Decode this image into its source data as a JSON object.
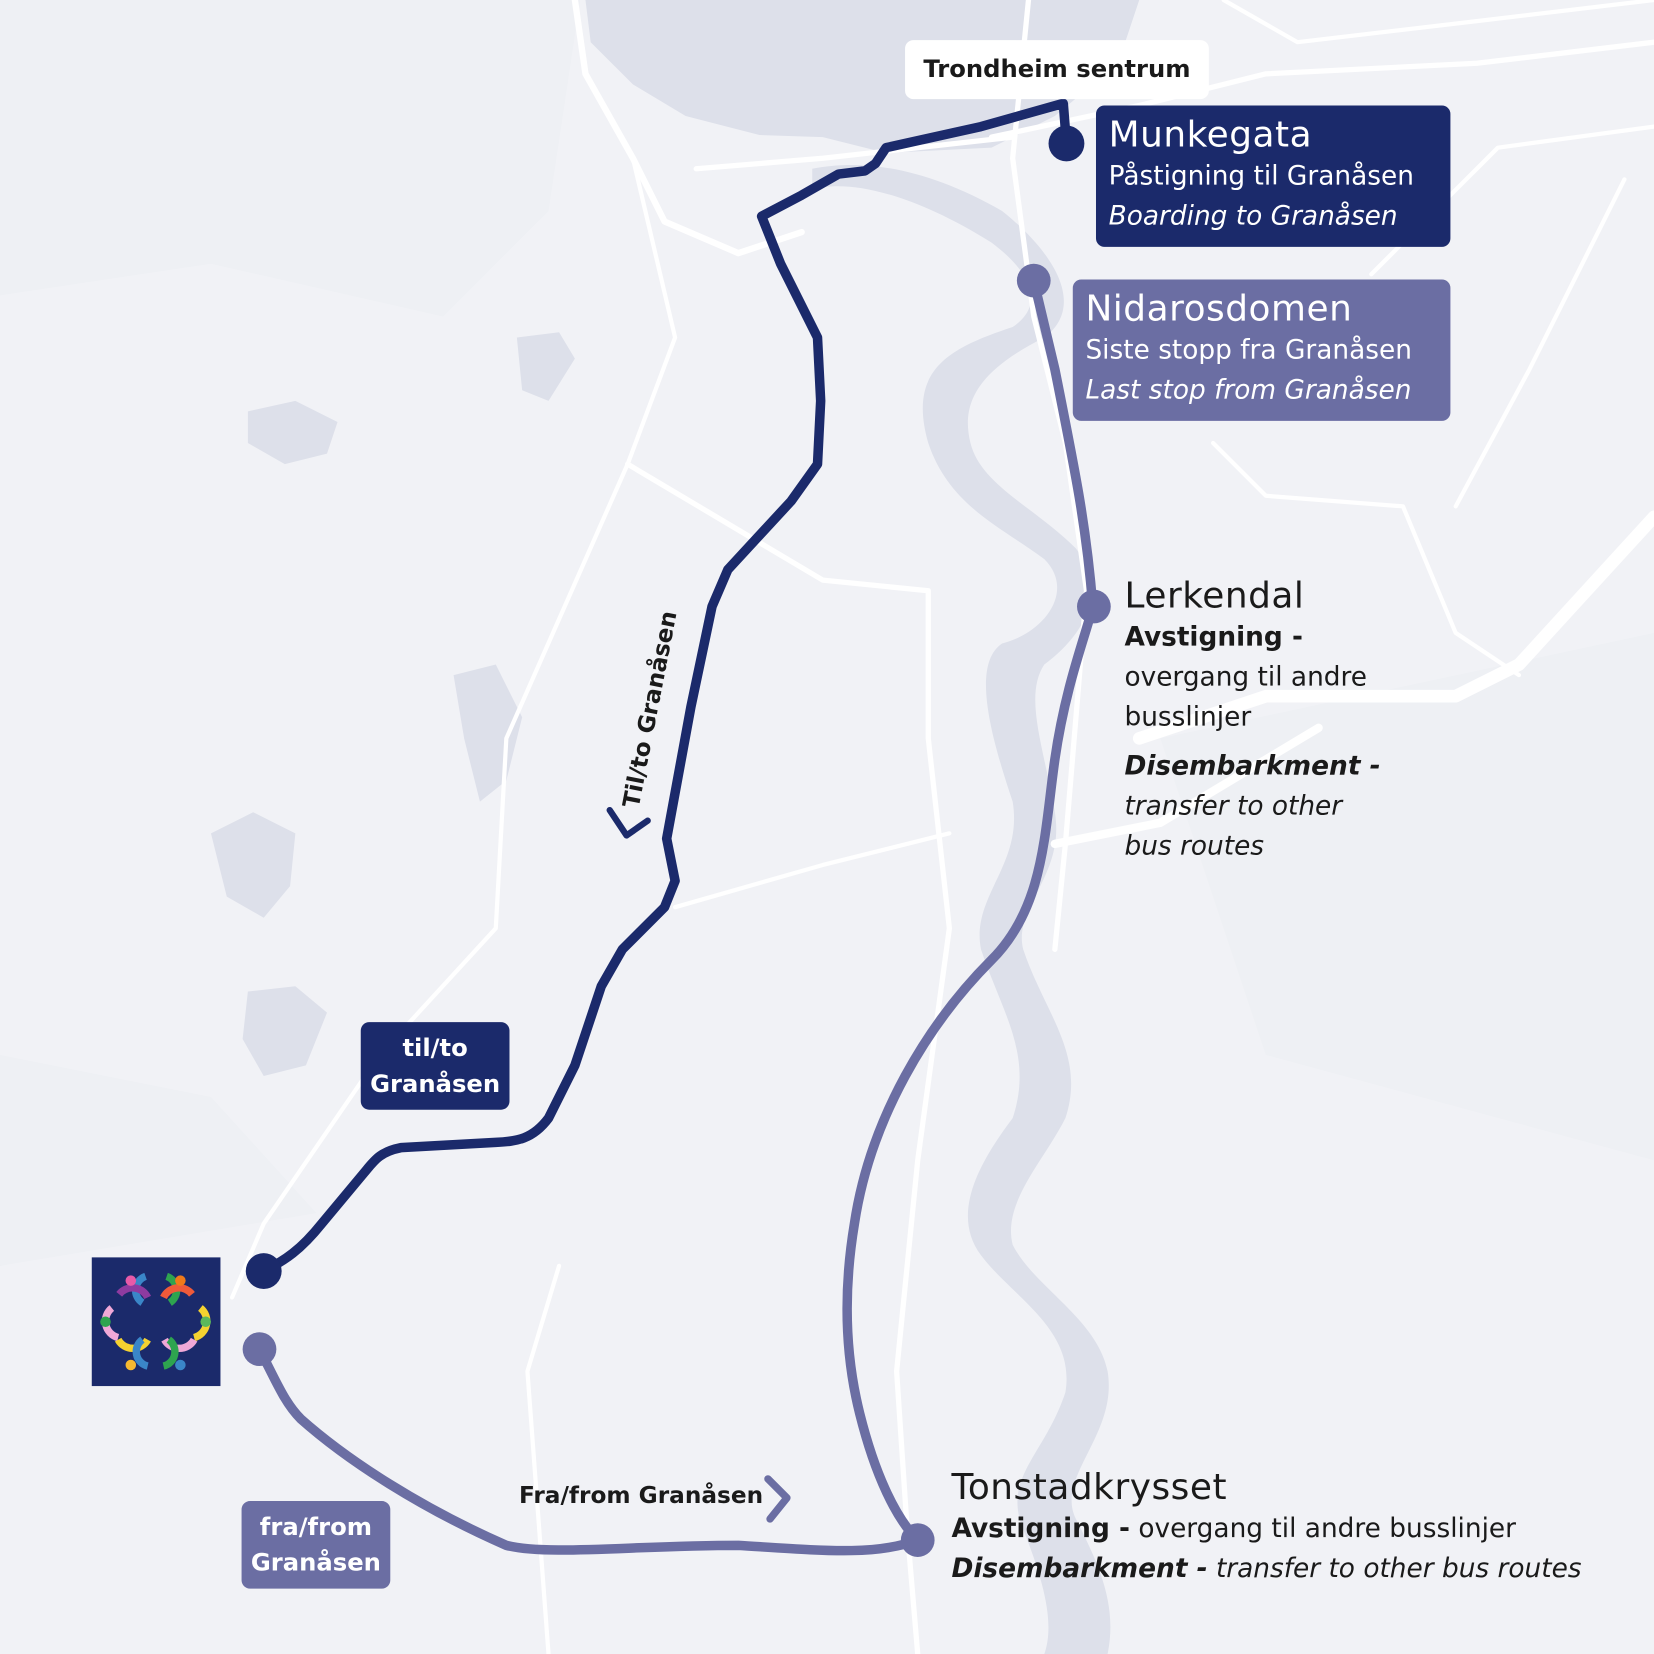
{
  "colors": {
    "background": "#f1f2f6",
    "water": "#dde0ea",
    "road": "#ffffff",
    "route_to": "#1b2a6b",
    "route_from": "#6b6ea3",
    "text": "#1a1a1a"
  },
  "city_label": "Trondheim sentrum",
  "stops": {
    "munkegata": {
      "name": "Munkegata",
      "line1": "Påstigning til Granåsen",
      "line2": "Boarding to Granåsen"
    },
    "nidarosdomen": {
      "name": "Nidarosdomen",
      "line1": "Siste stopp fra Granåsen",
      "line2": "Last stop from Granåsen"
    },
    "lerkendal": {
      "name": "Lerkendal",
      "no_bold": "Avstigning -",
      "no_line1": "overgang til andre",
      "no_line2": "busslinjer",
      "en_bold": "Disembarkment -",
      "en_line1": "transfer to other",
      "en_line2": "bus routes"
    },
    "tonstadkrysset": {
      "name": "Tonstadkrysset",
      "no_bold": "Avstigning -",
      "no_rest": " overgang til andre busslinjer",
      "en_bold": "Disembarkment -",
      "en_rest": " transfer to other bus routes"
    }
  },
  "route_labels": {
    "to_path": "Til/to Granåsen",
    "to_tag_line1": "til/to",
    "to_tag_line2": "Granåsen",
    "from_path": "Fra/from Granåsen",
    "from_tag_line1": "fra/from",
    "from_tag_line2": "Granåsen"
  },
  "icons": {
    "logo": "granasen-event-logo",
    "to_arrow": "chevron-down-left-icon",
    "from_arrow": "chevron-right-icon"
  }
}
